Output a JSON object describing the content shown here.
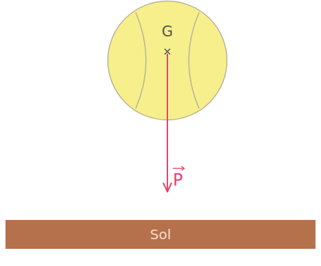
{
  "diagram": {
    "nodes": [
      {
        "text": [
          "G"
        ]
      },
      {
        "text": [
          "Sol"
        ]
      }
    ],
    "labels": [
      "P"
    ]
  }
}
